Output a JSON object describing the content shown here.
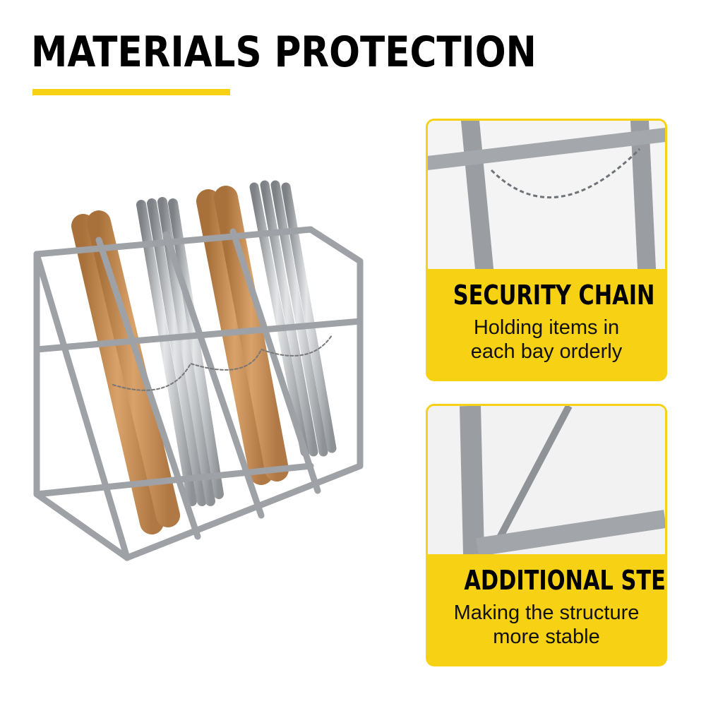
{
  "headline": "MATERIALS PROTECTION",
  "colors": {
    "accent": "#f7d113",
    "steel": "#a9acaf",
    "wood": "#c58a4e"
  },
  "features": [
    {
      "title": "SECURITY CHAIN",
      "body_line1": "Holding items in",
      "body_line2": "each bay orderly",
      "icon": "chain-icon"
    },
    {
      "title": "ADDITIONAL STEEL ROD",
      "body_line1": "Making the structure",
      "body_line2": "more stable",
      "icon": "steel-rod-icon"
    }
  ]
}
